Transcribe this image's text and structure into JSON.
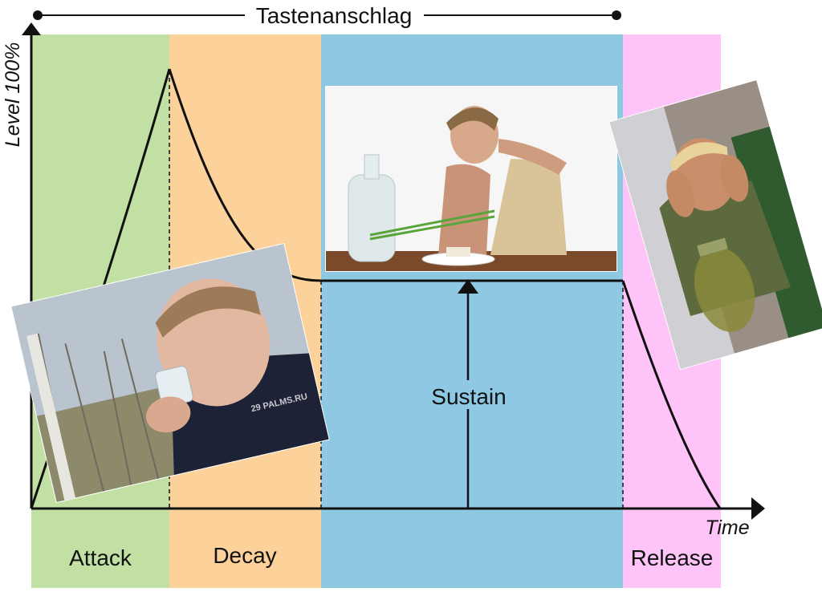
{
  "title": "Tastenanschlag",
  "axes": {
    "ylabel": "Level 100%",
    "xlabel": "Time"
  },
  "phases": [
    {
      "id": "attack",
      "label": "Attack",
      "color": "#c3e0a4"
    },
    {
      "id": "decay",
      "label": "Decay",
      "color": "#fdd19a"
    },
    {
      "id": "sustain",
      "label": "Sustain",
      "color": "#8ec8e3"
    },
    {
      "id": "release",
      "label": "Release",
      "color": "#fec4f8"
    }
  ],
  "photo_watermark": "29 PALMS.RU",
  "envelope": {
    "peak_level": 1.0,
    "sustain_level": 0.52
  }
}
